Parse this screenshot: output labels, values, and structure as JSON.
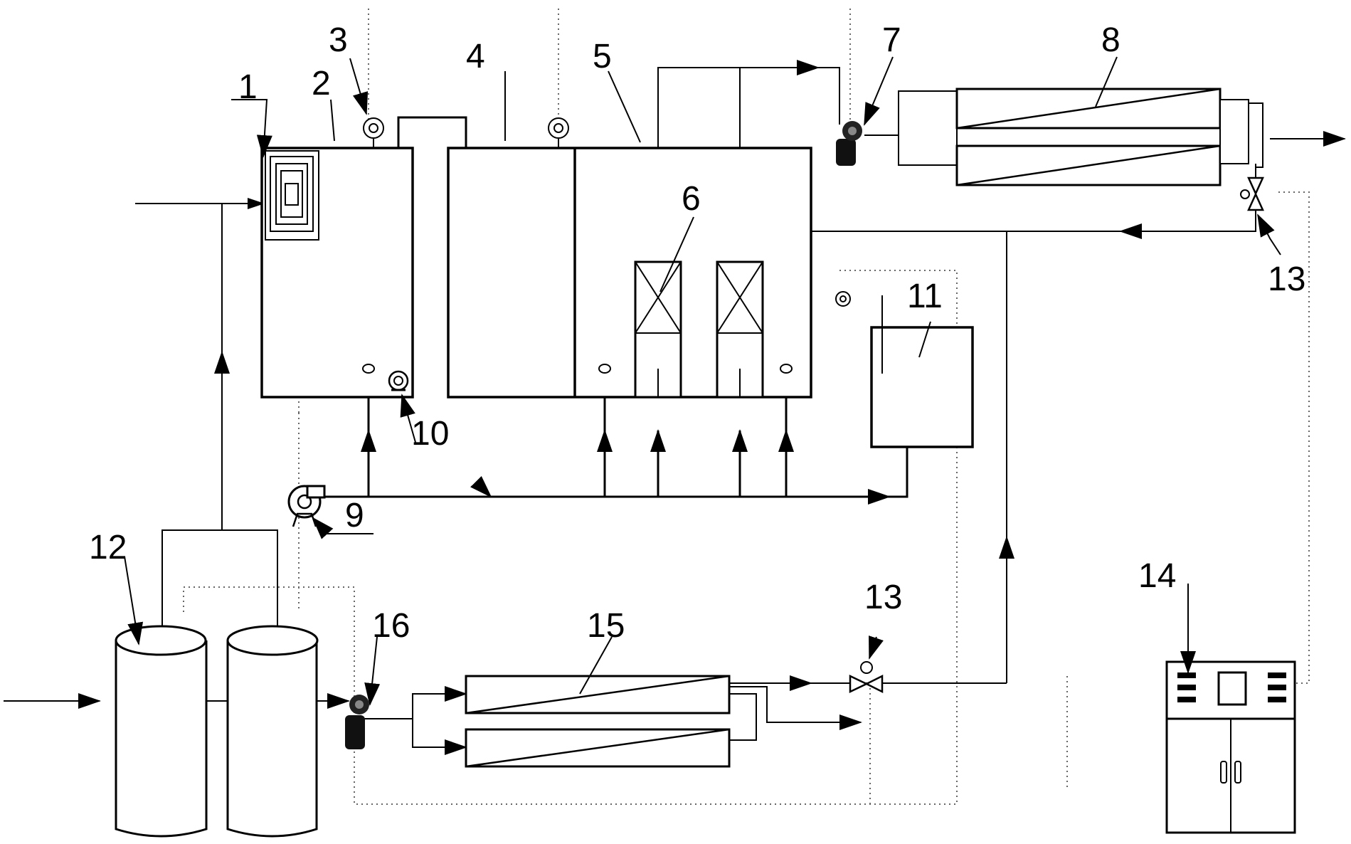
{
  "labels": {
    "n1": "1",
    "n2": "2",
    "n3": "3",
    "n4": "4",
    "n5": "5",
    "n6": "6",
    "n7": "7",
    "n8": "8",
    "n9": "9",
    "n10": "10",
    "n11": "11",
    "n12": "12",
    "n13a": "13",
    "n13b": "13",
    "n14": "14",
    "n15": "15",
    "n16": "16"
  }
}
